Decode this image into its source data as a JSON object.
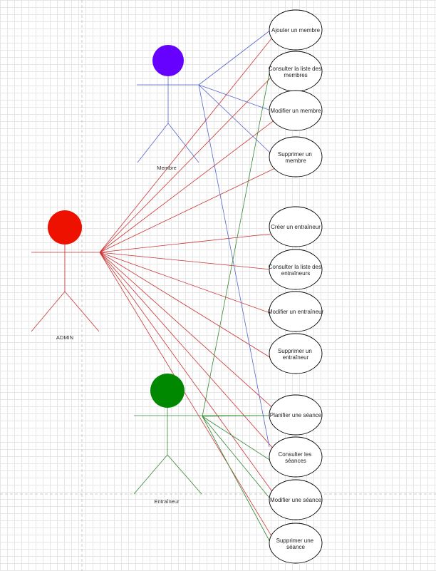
{
  "colors": {
    "admin": "#ee1100",
    "admin_line": "#cc3333",
    "membre": "#6600ff",
    "membre_line": "#5566cc",
    "entraineur": "#008800",
    "entraineur_line": "#338833"
  },
  "actors": {
    "membre": {
      "label": "Membre"
    },
    "admin": {
      "label": "ADMIN"
    },
    "entraineur": {
      "label": "Entraîneur"
    }
  },
  "use_cases": {
    "ajouter_membre": [
      "Ajouter un membre"
    ],
    "consulter_membres": [
      "Consulter la liste des",
      "membres"
    ],
    "modifier_membre": [
      "Modifier un membre"
    ],
    "supprimer_membre": [
      "Supprimer un",
      "membre"
    ],
    "creer_entraineur": [
      "Créer un entraîneur"
    ],
    "consulter_entraineurs": [
      "Consulter la liste des",
      "entraîneurs"
    ],
    "modifier_entraineur": [
      "Modifier un entraîneur"
    ],
    "supprimer_entraineur": [
      "Supprimer un",
      "entraîneur"
    ],
    "planifier_seance": [
      "Planifier une séance"
    ],
    "consulter_seances": [
      "Consulter les",
      "séances"
    ],
    "modifier_seance": [
      "Modifier une séance"
    ],
    "supprimer_seance": [
      "Supprimer une",
      "séance"
    ]
  }
}
